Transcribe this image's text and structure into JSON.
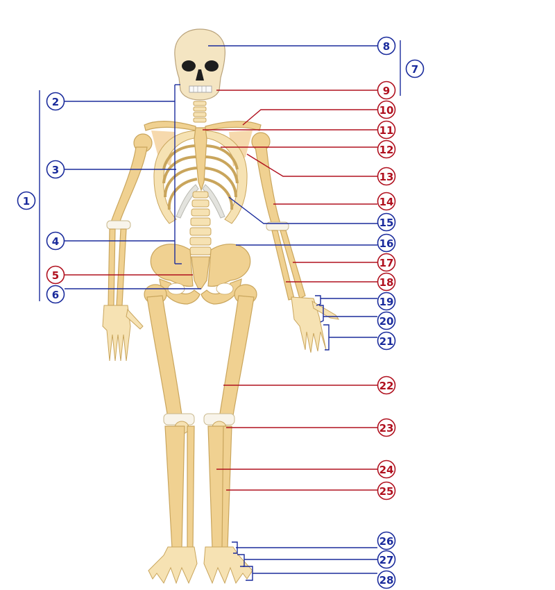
{
  "colors": {
    "blue": "#1a2b9c",
    "red": "#b0101e"
  },
  "labels": [
    {
      "id": "1",
      "text": "1",
      "color": "blue"
    },
    {
      "id": "2",
      "text": "2",
      "color": "blue"
    },
    {
      "id": "3",
      "text": "3",
      "color": "blue"
    },
    {
      "id": "4",
      "text": "4",
      "color": "blue"
    },
    {
      "id": "5",
      "text": "5",
      "color": "red"
    },
    {
      "id": "6",
      "text": "6",
      "color": "blue"
    },
    {
      "id": "7",
      "text": "7",
      "color": "blue"
    },
    {
      "id": "8",
      "text": "8",
      "color": "blue"
    },
    {
      "id": "9",
      "text": "9",
      "color": "red"
    },
    {
      "id": "10",
      "text": "10",
      "color": "red"
    },
    {
      "id": "11",
      "text": "11",
      "color": "red"
    },
    {
      "id": "12",
      "text": "12",
      "color": "red"
    },
    {
      "id": "13",
      "text": "13",
      "color": "red"
    },
    {
      "id": "14",
      "text": "14",
      "color": "red"
    },
    {
      "id": "15",
      "text": "15",
      "color": "blue"
    },
    {
      "id": "16",
      "text": "16",
      "color": "blue"
    },
    {
      "id": "17",
      "text": "17",
      "color": "red"
    },
    {
      "id": "18",
      "text": "18",
      "color": "red"
    },
    {
      "id": "19",
      "text": "19",
      "color": "blue"
    },
    {
      "id": "20",
      "text": "20",
      "color": "blue"
    },
    {
      "id": "21",
      "text": "21",
      "color": "blue"
    },
    {
      "id": "22",
      "text": "22",
      "color": "red"
    },
    {
      "id": "23",
      "text": "23",
      "color": "red"
    },
    {
      "id": "24",
      "text": "24",
      "color": "red"
    },
    {
      "id": "25",
      "text": "25",
      "color": "red"
    },
    {
      "id": "26",
      "text": "26",
      "color": "blue"
    },
    {
      "id": "27",
      "text": "27",
      "color": "blue"
    },
    {
      "id": "28",
      "text": "28",
      "color": "blue"
    }
  ]
}
